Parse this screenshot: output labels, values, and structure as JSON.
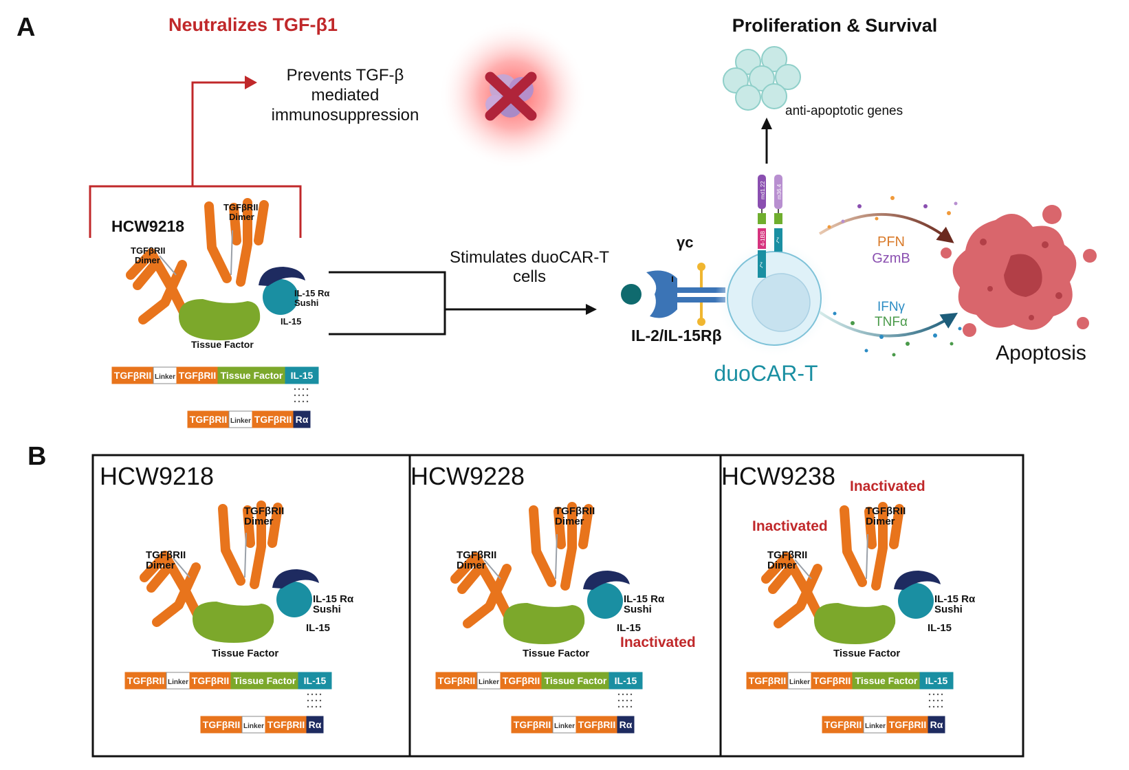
{
  "panelA": {
    "letter": "A",
    "neutralizes": "Neutralizes TGF-β1",
    "prevents": [
      "Prevents TGF-β",
      "mediated",
      "immunosuppression"
    ],
    "proliferation": "Proliferation & Survival",
    "anti_apoptotic": "anti-apoptotic genes",
    "stimulates": [
      "Stimulates duoCAR-T",
      "cells"
    ],
    "gamma_c": "γc",
    "il2_receptor": "IL-2/IL-15Rβ",
    "duocar": "duoCAR-T",
    "cytotoxic": {
      "pfn": "PFN",
      "gzmb": "GzmB",
      "ifng": "IFNγ",
      "tnfa": "TNFα"
    },
    "apoptosis": "Apoptosis",
    "car_labels": {
      "a1": "md1.22",
      "a2": "m36.4",
      "costim": "4-1BB",
      "zeta": "ζ"
    }
  },
  "molecule": {
    "tgfbrii_dimer": [
      "TGFβRII",
      "Dimer"
    ],
    "il15ra_sushi": [
      "IL-15 Rα",
      "Sushi"
    ],
    "il15": "IL-15",
    "tissue_factor": "Tissue Factor",
    "chain1": [
      "TGFβRII",
      "Linker",
      "TGFβRII",
      "Tissue Factor",
      "IL-15"
    ],
    "chain2": [
      "TGFβRII",
      "Linker",
      "TGFβRII",
      "Rα"
    ]
  },
  "panelB": {
    "letter": "B",
    "boxes": [
      {
        "title": "HCW9218"
      },
      {
        "title": "HCW9228",
        "inactivated": "Inactivated"
      },
      {
        "title": "HCW9238",
        "inactivated_left": "Inactivated",
        "inactivated_top": "Inactivated"
      }
    ]
  },
  "header": {
    "hcw9218_label": "HCW9218"
  },
  "colors": {
    "orange": "#e8741c",
    "green": "#7ca82b",
    "teal": "#1a8fa2",
    "navy": "#1e2b60",
    "red": "#c0282a",
    "pfn": "#d97a29",
    "gzmb": "#8a4fb0",
    "ifng": "#2b8cc4",
    "tnfa": "#4a9a4a"
  }
}
